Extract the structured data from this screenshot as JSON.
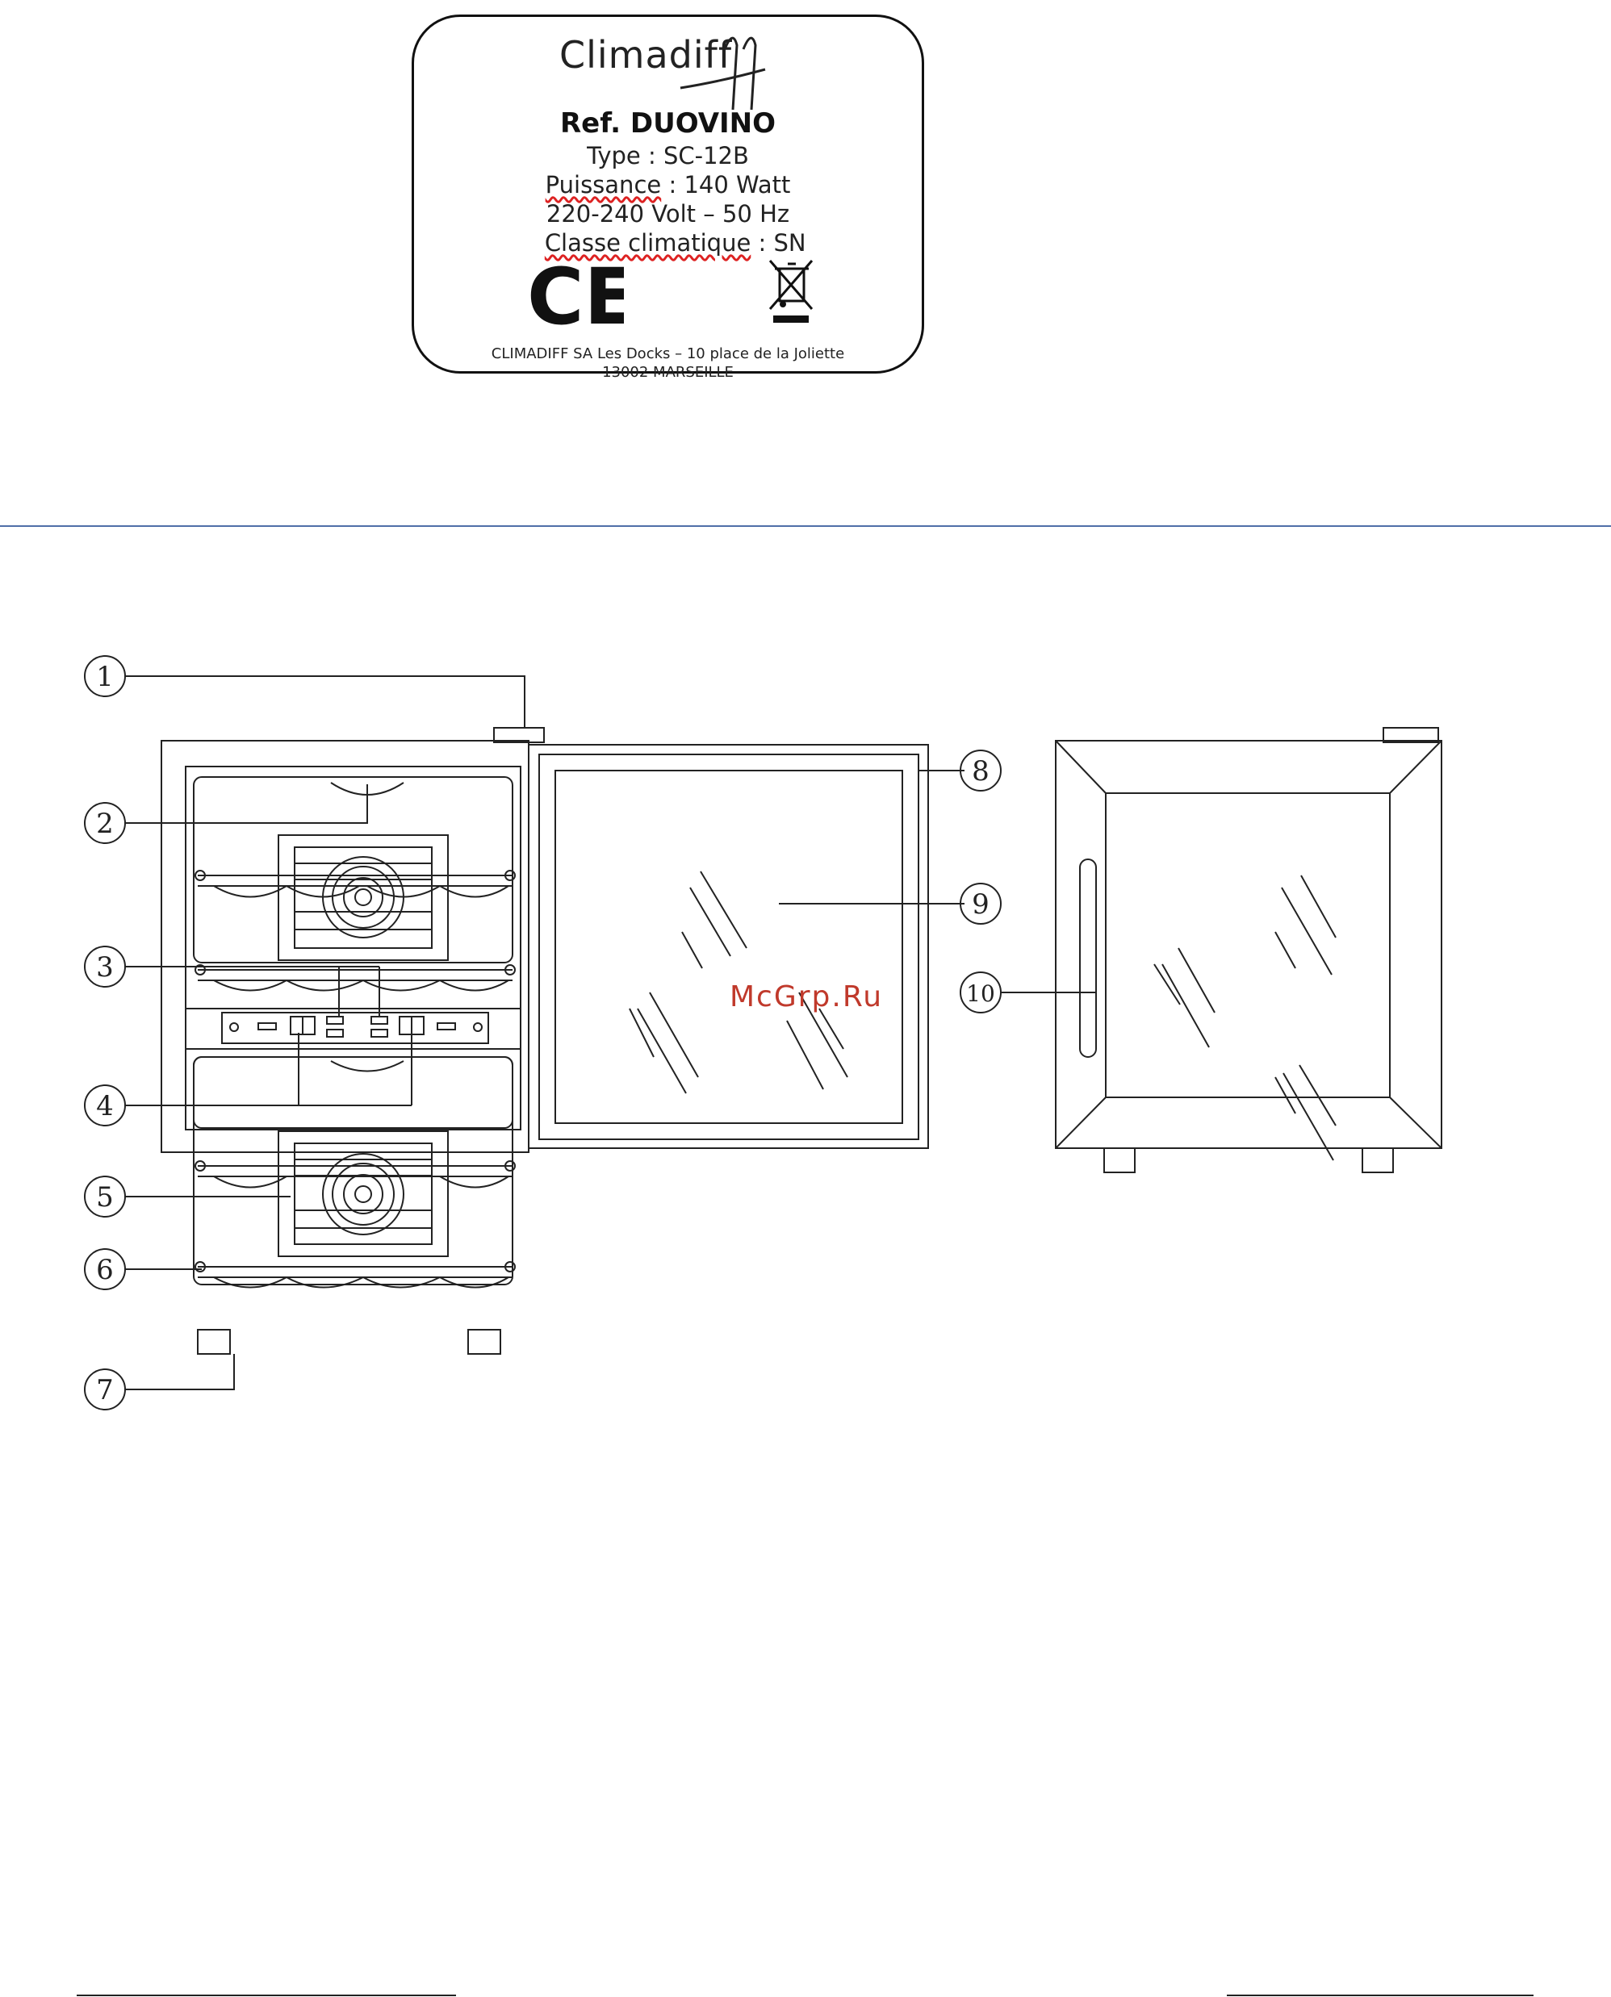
{
  "rating_label": {
    "brand": "Climadiff",
    "ref": "Ref. DUOVINO",
    "type": "Type : SC-12B",
    "power_word": "Puissance",
    "power_value": " : 140 Watt",
    "voltage": "220-240 Volt – 50 Hz",
    "climate_class_word": "Classe climatique",
    "climate_class_value": " : SN",
    "ce_mark": "CE",
    "address_line1": "CLIMADIFF SA Les Docks – 10 place de la Joliette",
    "address_line2": "13002 MARSEILLE"
  },
  "diagram": {
    "callouts": [
      "1",
      "2",
      "3",
      "4",
      "5",
      "6",
      "7",
      "8",
      "9",
      "10"
    ]
  },
  "watermark": "McGrp.Ru",
  "colors": {
    "separator": "#4f6fa8",
    "watermark": "#c0392b",
    "line": "#222222",
    "spellcheck_underline": "#dd2222"
  }
}
